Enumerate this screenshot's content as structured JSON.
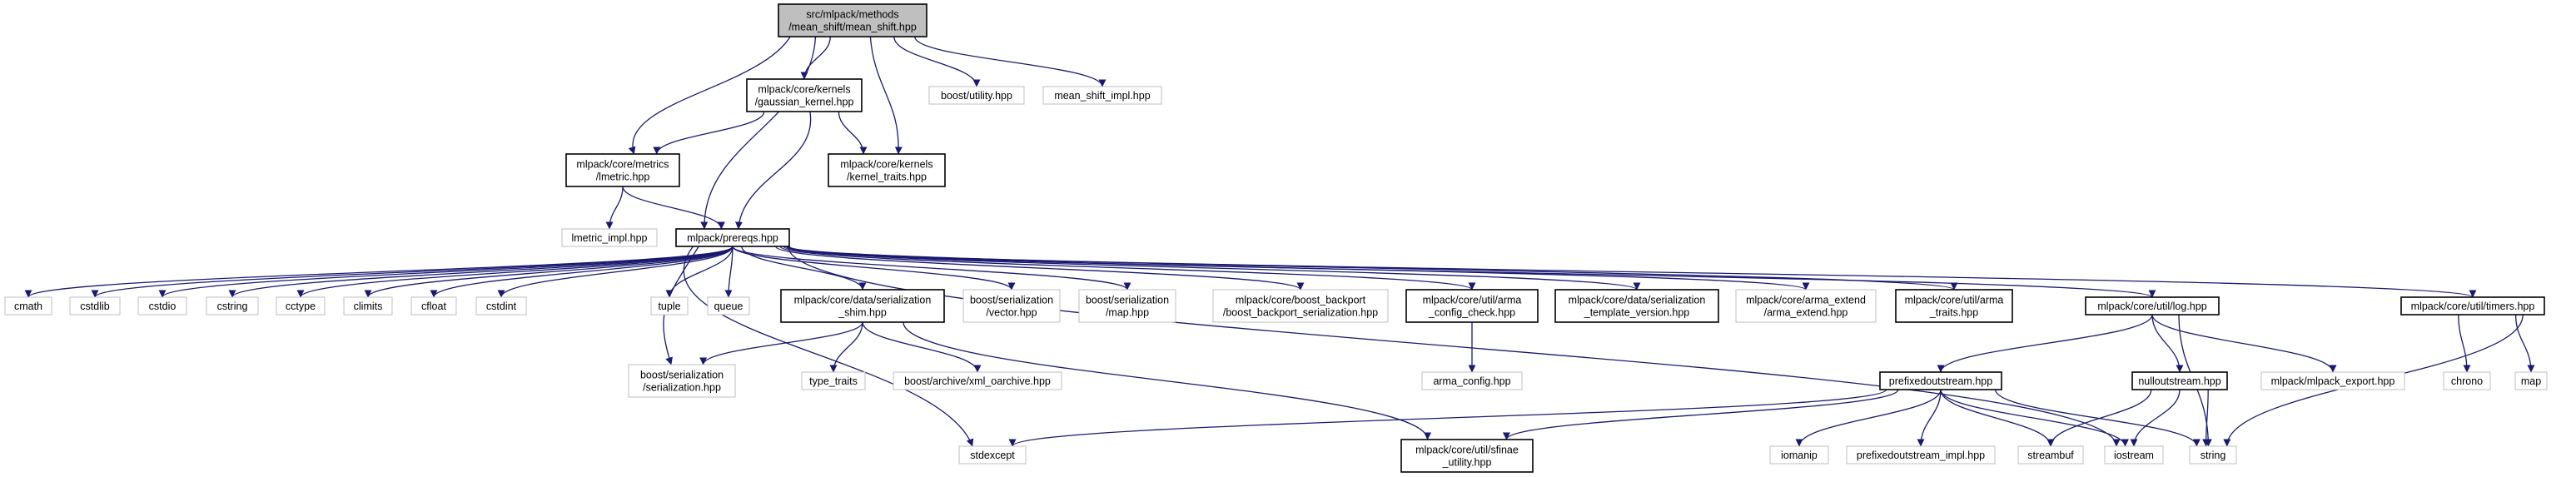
{
  "diagram": {
    "type": "include-dependency-graph",
    "colors": {
      "edge": "#191970",
      "root_fill": "#bfbfbf",
      "root_border": "#000000",
      "documented_border": "#000000",
      "external_border": "#bfbfbf",
      "node_fill": "#ffffff",
      "text": "#000000"
    },
    "nodes": [
      {
        "id": "root",
        "lines": [
          "src/mlpack/methods",
          "/mean_shift/mean_shift.hpp"
        ],
        "style": "root"
      },
      {
        "id": "gaussian",
        "lines": [
          "mlpack/core/kernels",
          "/gaussian_kernel.hpp"
        ],
        "style": "documented"
      },
      {
        "id": "boostutil",
        "lines": [
          "boost/utility.hpp"
        ],
        "style": "external"
      },
      {
        "id": "msimpl",
        "lines": [
          "mean_shift_impl.hpp"
        ],
        "style": "external"
      },
      {
        "id": "lmetric",
        "lines": [
          "mlpack/core/metrics",
          "/lmetric.hpp"
        ],
        "style": "documented"
      },
      {
        "id": "ktraits",
        "lines": [
          "mlpack/core/kernels",
          "/kernel_traits.hpp"
        ],
        "style": "documented"
      },
      {
        "id": "lmetricimpl",
        "lines": [
          "lmetric_impl.hpp"
        ],
        "style": "external"
      },
      {
        "id": "prereqs",
        "lines": [
          "mlpack/prereqs.hpp"
        ],
        "style": "documented"
      },
      {
        "id": "cmath",
        "lines": [
          "cmath"
        ],
        "style": "external"
      },
      {
        "id": "cstdlib",
        "lines": [
          "cstdlib"
        ],
        "style": "external"
      },
      {
        "id": "cstdio",
        "lines": [
          "cstdio"
        ],
        "style": "external"
      },
      {
        "id": "cstring",
        "lines": [
          "cstring"
        ],
        "style": "external"
      },
      {
        "id": "cctype",
        "lines": [
          "cctype"
        ],
        "style": "external"
      },
      {
        "id": "climits",
        "lines": [
          "climits"
        ],
        "style": "external"
      },
      {
        "id": "cfloat",
        "lines": [
          "cfloat"
        ],
        "style": "external"
      },
      {
        "id": "cstdint",
        "lines": [
          "cstdint"
        ],
        "style": "external"
      },
      {
        "id": "tuple",
        "lines": [
          "tuple"
        ],
        "style": "external"
      },
      {
        "id": "queue",
        "lines": [
          "queue"
        ],
        "style": "external"
      },
      {
        "id": "shim",
        "lines": [
          "mlpack/core/data/serialization",
          "_shim.hpp"
        ],
        "style": "documented"
      },
      {
        "id": "bvector",
        "lines": [
          "boost/serialization",
          "/vector.hpp"
        ],
        "style": "external"
      },
      {
        "id": "bmap",
        "lines": [
          "boost/serialization",
          "/map.hpp"
        ],
        "style": "external"
      },
      {
        "id": "backport",
        "lines": [
          "mlpack/core/boost_backport",
          "/boost_backport_serialization.hpp"
        ],
        "style": "external"
      },
      {
        "id": "armacfgchk",
        "lines": [
          "mlpack/core/util/arma",
          "_config_check.hpp"
        ],
        "style": "documented"
      },
      {
        "id": "tmplver",
        "lines": [
          "mlpack/core/data/serialization",
          "_template_version.hpp"
        ],
        "style": "documented"
      },
      {
        "id": "armaext",
        "lines": [
          "mlpack/core/arma_extend",
          "/arma_extend.hpp"
        ],
        "style": "external"
      },
      {
        "id": "armatraits",
        "lines": [
          "mlpack/core/util/arma",
          "_traits.hpp"
        ],
        "style": "documented"
      },
      {
        "id": "log",
        "lines": [
          "mlpack/core/util/log.hpp"
        ],
        "style": "documented"
      },
      {
        "id": "timers",
        "lines": [
          "mlpack/core/util/timers.hpp"
        ],
        "style": "documented"
      },
      {
        "id": "bser",
        "lines": [
          "boost/serialization",
          "/serialization.hpp"
        ],
        "style": "external"
      },
      {
        "id": "typetraits",
        "lines": [
          "type_traits"
        ],
        "style": "external"
      },
      {
        "id": "xmloarch",
        "lines": [
          "boost/archive/xml_oarchive.hpp"
        ],
        "style": "external"
      },
      {
        "id": "armacfg",
        "lines": [
          "arma_config.hpp"
        ],
        "style": "external"
      },
      {
        "id": "prefixed",
        "lines": [
          "prefixedoutstream.hpp"
        ],
        "style": "documented"
      },
      {
        "id": "nullout",
        "lines": [
          "nulloutstream.hpp"
        ],
        "style": "documented"
      },
      {
        "id": "mlexport",
        "lines": [
          "mlpack/mlpack_export.hpp"
        ],
        "style": "external"
      },
      {
        "id": "chrono",
        "lines": [
          "chrono"
        ],
        "style": "external"
      },
      {
        "id": "map",
        "lines": [
          "map"
        ],
        "style": "external"
      },
      {
        "id": "stdexcept",
        "lines": [
          "stdexcept"
        ],
        "style": "external"
      },
      {
        "id": "sfinae",
        "lines": [
          "mlpack/core/util/sfinae",
          "_utility.hpp"
        ],
        "style": "documented"
      },
      {
        "id": "iomanip",
        "lines": [
          "iomanip"
        ],
        "style": "external"
      },
      {
        "id": "prefimpl",
        "lines": [
          "prefixedoutstream_impl.hpp"
        ],
        "style": "external"
      },
      {
        "id": "streambuf",
        "lines": [
          "streambuf"
        ],
        "style": "external"
      },
      {
        "id": "iostream",
        "lines": [
          "iostream"
        ],
        "style": "external"
      },
      {
        "id": "string",
        "lines": [
          "string"
        ],
        "style": "external"
      }
    ],
    "edges": [
      [
        "root",
        "gaussian"
      ],
      [
        "root",
        "boostutil"
      ],
      [
        "root",
        "msimpl"
      ],
      [
        "root",
        "lmetric"
      ],
      [
        "root",
        "ktraits"
      ],
      [
        "root",
        "prereqs"
      ],
      [
        "gaussian",
        "lmetric"
      ],
      [
        "gaussian",
        "ktraits"
      ],
      [
        "gaussian",
        "prereqs"
      ],
      [
        "lmetric",
        "lmetricimpl"
      ],
      [
        "lmetric",
        "prereqs"
      ],
      [
        "prereqs",
        "cmath"
      ],
      [
        "prereqs",
        "cstdlib"
      ],
      [
        "prereqs",
        "cstdio"
      ],
      [
        "prereqs",
        "cstring"
      ],
      [
        "prereqs",
        "cctype"
      ],
      [
        "prereqs",
        "climits"
      ],
      [
        "prereqs",
        "cfloat"
      ],
      [
        "prereqs",
        "cstdint"
      ],
      [
        "prereqs",
        "tuple"
      ],
      [
        "prereqs",
        "queue"
      ],
      [
        "prereqs",
        "shim"
      ],
      [
        "prereqs",
        "bvector"
      ],
      [
        "prereqs",
        "bmap"
      ],
      [
        "prereqs",
        "backport"
      ],
      [
        "prereqs",
        "armacfgchk"
      ],
      [
        "prereqs",
        "tmplver"
      ],
      [
        "prereqs",
        "armaext"
      ],
      [
        "prereqs",
        "armatraits"
      ],
      [
        "prereqs",
        "log"
      ],
      [
        "prereqs",
        "timers"
      ],
      [
        "prereqs",
        "bser"
      ],
      [
        "prereqs",
        "stdexcept"
      ],
      [
        "prereqs",
        "iostream"
      ],
      [
        "shim",
        "bser"
      ],
      [
        "shim",
        "typetraits"
      ],
      [
        "shim",
        "xmloarch"
      ],
      [
        "shim",
        "sfinae"
      ],
      [
        "armacfgchk",
        "armacfg"
      ],
      [
        "log",
        "prefixed"
      ],
      [
        "log",
        "nullout"
      ],
      [
        "log",
        "mlexport"
      ],
      [
        "log",
        "string"
      ],
      [
        "timers",
        "chrono"
      ],
      [
        "timers",
        "map"
      ],
      [
        "timers",
        "string"
      ],
      [
        "prefixed",
        "stdexcept"
      ],
      [
        "prefixed",
        "sfinae"
      ],
      [
        "prefixed",
        "iomanip"
      ],
      [
        "prefixed",
        "prefimpl"
      ],
      [
        "prefixed",
        "streambuf"
      ],
      [
        "prefixed",
        "iostream"
      ],
      [
        "prefixed",
        "string"
      ],
      [
        "nullout",
        "streambuf"
      ],
      [
        "nullout",
        "iostream"
      ],
      [
        "nullout",
        "string"
      ]
    ]
  }
}
